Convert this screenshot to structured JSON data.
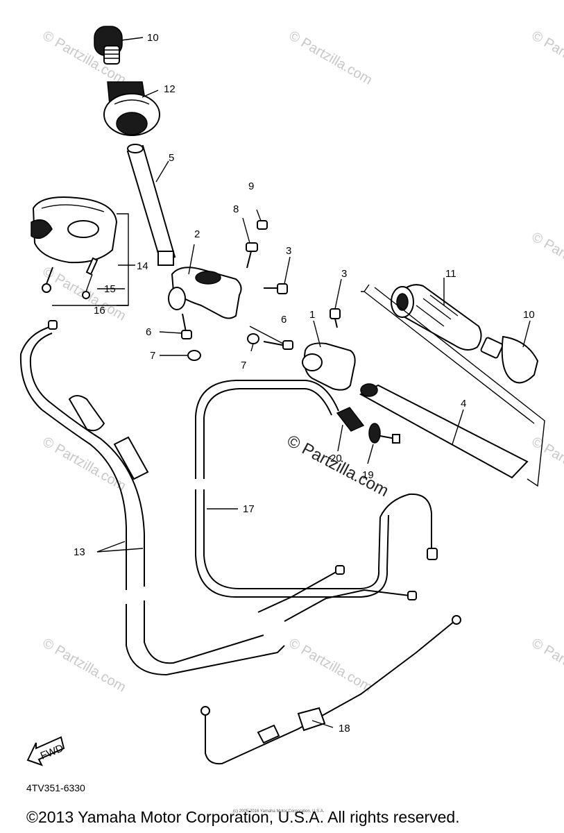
{
  "diagram": {
    "parts": [
      {
        "id": "1",
        "label": "1"
      },
      {
        "id": "2",
        "label": "2"
      },
      {
        "id": "3a",
        "label": "3"
      },
      {
        "id": "3b",
        "label": "3"
      },
      {
        "id": "4",
        "label": "4"
      },
      {
        "id": "5",
        "label": "5"
      },
      {
        "id": "6a",
        "label": "6"
      },
      {
        "id": "6b",
        "label": "6"
      },
      {
        "id": "7a",
        "label": "7"
      },
      {
        "id": "7b",
        "label": "7"
      },
      {
        "id": "8",
        "label": "8"
      },
      {
        "id": "9",
        "label": "9"
      },
      {
        "id": "10a",
        "label": "10"
      },
      {
        "id": "10b",
        "label": "10"
      },
      {
        "id": "11",
        "label": "11"
      },
      {
        "id": "12",
        "label": "12"
      },
      {
        "id": "13",
        "label": "13"
      },
      {
        "id": "14",
        "label": "14"
      },
      {
        "id": "15",
        "label": "15"
      },
      {
        "id": "16",
        "label": "16"
      },
      {
        "id": "17",
        "label": "17"
      },
      {
        "id": "18",
        "label": "18"
      },
      {
        "id": "19",
        "label": "19"
      },
      {
        "id": "20",
        "label": "20"
      }
    ],
    "fwd_label": "FWD",
    "diagram_code": "4TV351-6330",
    "watermark": "© Partzilla.com",
    "copyright": "©2013 Yamaha Motor Corporation, U.S.A. All rights reserved.",
    "fine_print": "(c) 2005-2016 Yamaha Motor Corporation, U.S.A."
  }
}
